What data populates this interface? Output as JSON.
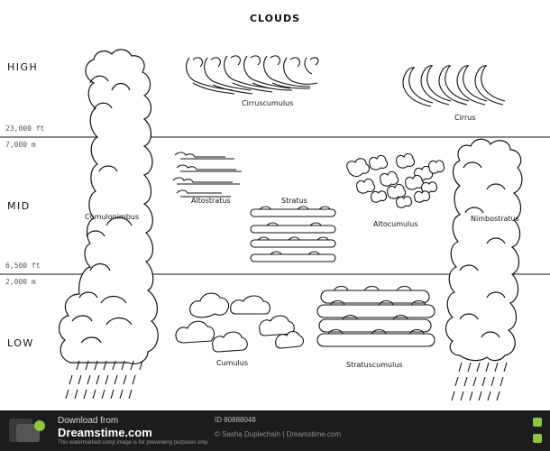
{
  "title": "CLOUDS",
  "levels": {
    "high": "HIGH",
    "mid": "MID",
    "low": "LOW"
  },
  "altitudes": {
    "upper_ft": "23,000 ft",
    "upper_m": "7,000 m",
    "lower_ft": "6,500 ft",
    "lower_m": "2,000 m"
  },
  "clouds": {
    "cirrocumulus": "Cirruscumulus",
    "cirrus": "Cirrus",
    "altostratus": "Altostratus",
    "stratus": "Stratus",
    "altocumulus": "Altocumulus",
    "nimbostratus": "Nimbostratus",
    "cumulonimbus": "Cumulonimbus",
    "cumulus": "Cumulus",
    "stratocumulus": "Stratuscumulus"
  },
  "footer": {
    "download": "Download from",
    "brand": "Dreamstime.com",
    "notice": "This watermarked comp image is for previewing purposes only.",
    "id_label": "ID",
    "id_value": "80888048",
    "credit": "© Sasha Duplechain | Dreamstime.com"
  },
  "colors": {
    "ink": "#111111",
    "footer_bg": "#1c1c1c",
    "brand_green": "#8cc63f"
  }
}
